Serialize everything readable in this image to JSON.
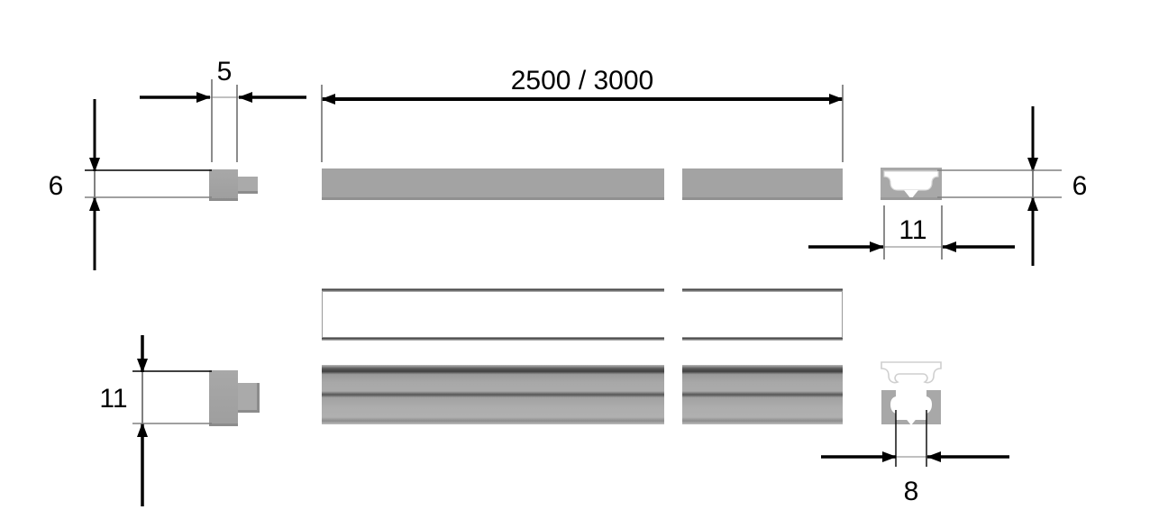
{
  "drawing": {
    "type": "technical-dimension-drawing",
    "subject": "LED aluminium extrusion profile with end cap",
    "background_color": "#ffffff",
    "line_color": "#000000",
    "profile_fill": "#a0a0a0",
    "profile_fill_light": "#b3b3b3",
    "profile_edge_dark": "#555555",
    "witness_line_color": "#808080",
    "units_note": "millimetres"
  },
  "dimensions": {
    "endcap_thickness": {
      "label": "5",
      "orientation": "horizontal",
      "position": "top-left"
    },
    "profile_height_top_view": {
      "label": "6",
      "orientation": "vertical",
      "position": "far-left"
    },
    "profile_height_right": {
      "label": "6",
      "orientation": "vertical",
      "position": "far-right"
    },
    "profile_length": {
      "label": "2500 / 3000",
      "orientation": "horizontal",
      "position": "top-center"
    },
    "profile_width_top": {
      "label": "11",
      "orientation": "horizontal",
      "position": "right-upper"
    },
    "profile_width_side": {
      "label": "11",
      "orientation": "vertical",
      "position": "lower-left"
    },
    "channel_inner_width": {
      "label": "8",
      "orientation": "horizontal",
      "position": "bottom-right"
    }
  },
  "views": [
    {
      "name": "top-view-bar",
      "description": "Plan view of extrusion, broken into two segments",
      "segments": 2
    },
    {
      "name": "front-view-bar",
      "description": "Open channel elevation view, broken into two segments",
      "segments": 2
    },
    {
      "name": "side-view-bar",
      "description": "Shaded side elevation of extrusion, broken into two segments",
      "segments": 2
    },
    {
      "name": "endcap-top",
      "description": "End cap plan view with spigot"
    },
    {
      "name": "endcap-side",
      "description": "End cap side view with spigot"
    },
    {
      "name": "section-top",
      "description": "Cross-section of profile with diffuser cover fitted"
    },
    {
      "name": "section-bottom",
      "description": "Cross-section of profile body with separate diffuser cover above"
    }
  ]
}
